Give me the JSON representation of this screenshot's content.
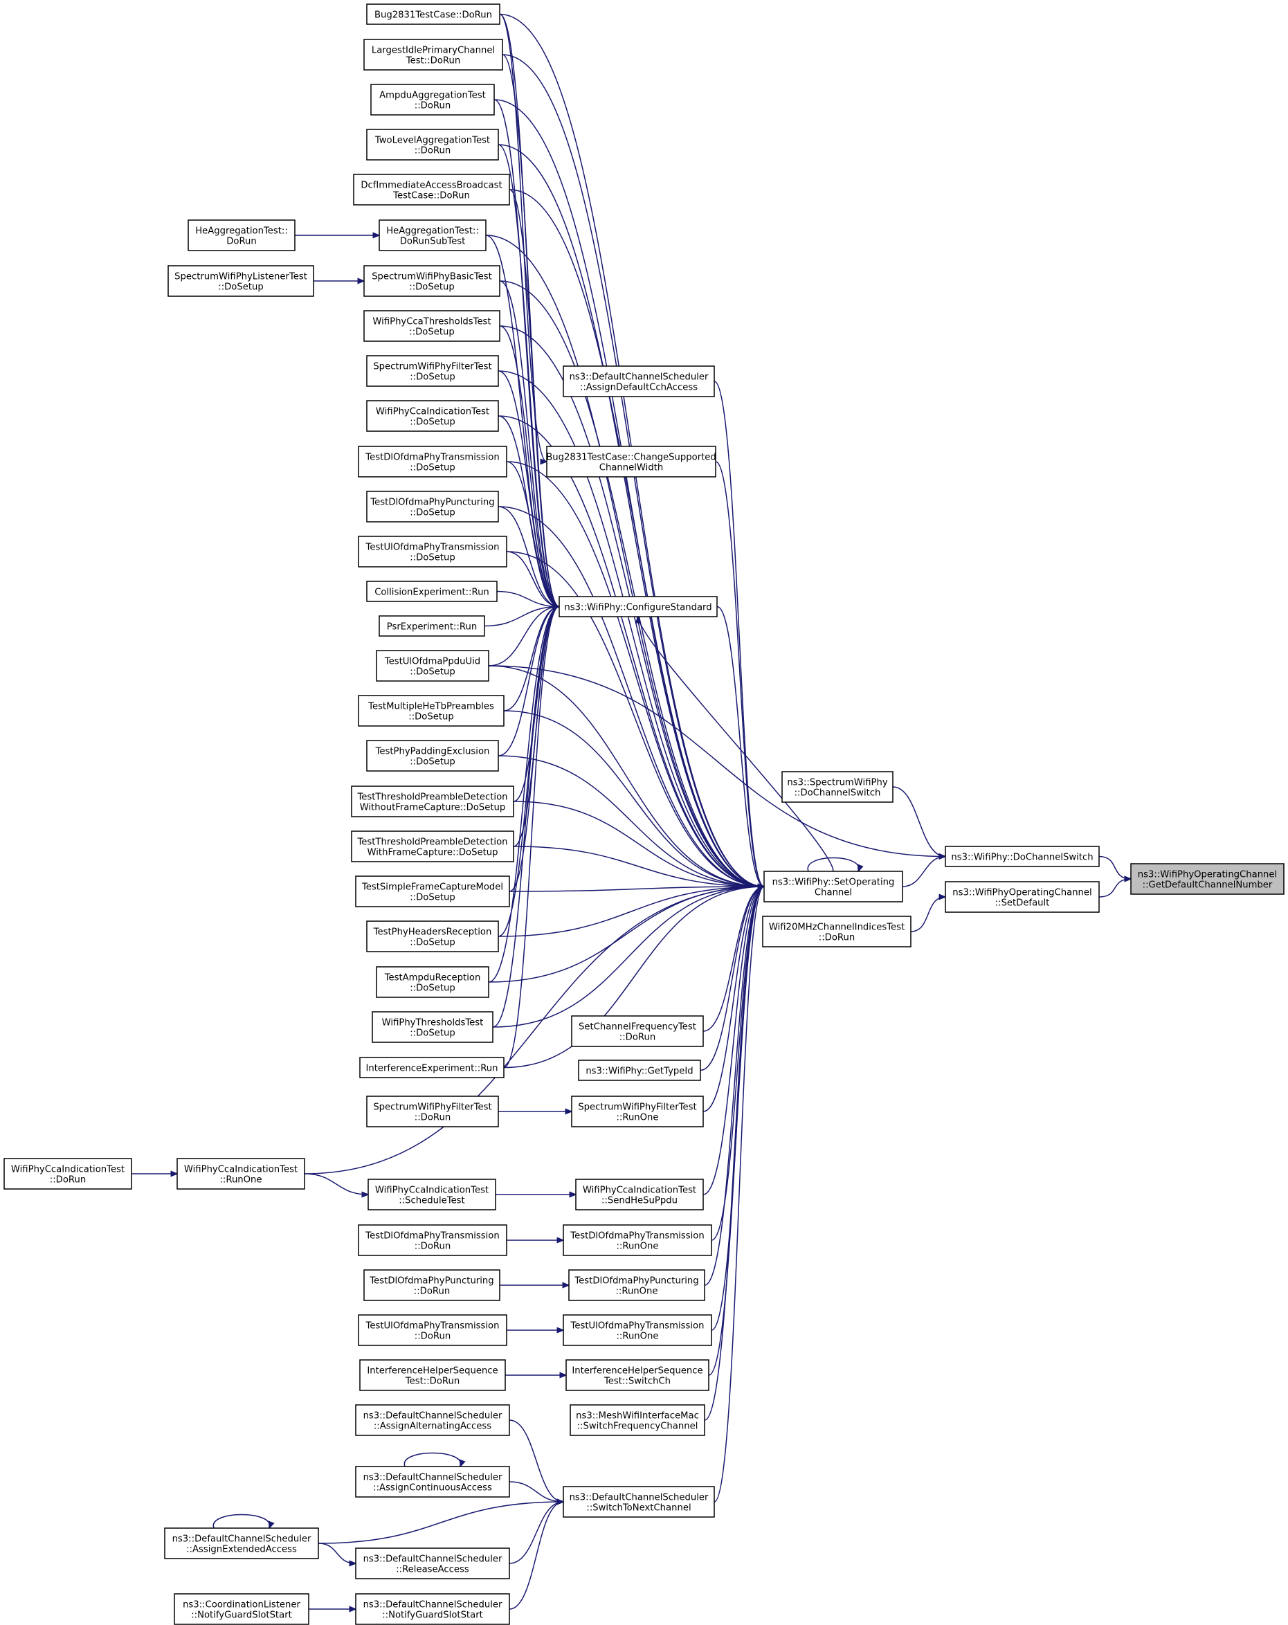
{
  "graph": {
    "title": "",
    "colors": {
      "edge": "#191970",
      "focus_fill": "#bfbfbf",
      "node_fill": "#ffffff",
      "border": "#000000"
    },
    "nodes": [
      {
        "id": "bug2831_dorun",
        "lines": [
          "Bug2831TestCase::DoRun"
        ]
      },
      {
        "id": "largest_idle",
        "lines": [
          "LargestIdlePrimaryChannel",
          "Test::DoRun"
        ]
      },
      {
        "id": "ampdu_agg",
        "lines": [
          "AmpduAggregationTest",
          "::DoRun"
        ]
      },
      {
        "id": "twolevel_agg",
        "lines": [
          "TwoLevelAggregationTest",
          "::DoRun"
        ]
      },
      {
        "id": "dcf_immediate",
        "lines": [
          "DcfImmediateAccessBroadcast",
          "TestCase::DoRun"
        ]
      },
      {
        "id": "he_agg_dorun",
        "lines": [
          "HeAggregationTest::",
          "DoRun"
        ]
      },
      {
        "id": "he_agg_subtest",
        "lines": [
          "HeAggregationTest::",
          "DoRunSubTest"
        ]
      },
      {
        "id": "spectrum_listener",
        "lines": [
          "SpectrumWifiPhyListenerTest",
          "::DoSetup"
        ]
      },
      {
        "id": "spectrum_basic",
        "lines": [
          "SpectrumWifiPhyBasicTest",
          "::DoSetup"
        ]
      },
      {
        "id": "cca_thresholds",
        "lines": [
          "WifiPhyCcaThresholdsTest",
          "::DoSetup"
        ]
      },
      {
        "id": "spectrum_filter_setup",
        "lines": [
          "SpectrumWifiPhyFilterTest",
          "::DoSetup"
        ]
      },
      {
        "id": "cca_indication_setup",
        "lines": [
          "WifiPhyCcaIndicationTest",
          "::DoSetup"
        ]
      },
      {
        "id": "dl_ofdma_tx_setup",
        "lines": [
          "TestDlOfdmaPhyTransmission",
          "::DoSetup"
        ]
      },
      {
        "id": "dl_ofdma_punct_setup",
        "lines": [
          "TestDlOfdmaPhyPuncturing",
          "::DoSetup"
        ]
      },
      {
        "id": "ul_ofdma_tx_setup",
        "lines": [
          "TestUlOfdmaPhyTransmission",
          "::DoSetup"
        ]
      },
      {
        "id": "collision_run",
        "lines": [
          "CollisionExperiment::Run"
        ]
      },
      {
        "id": "psr_run",
        "lines": [
          "PsrExperiment::Run"
        ]
      },
      {
        "id": "ul_ppdu_uid",
        "lines": [
          "TestUlOfdmaPpduUid",
          "::DoSetup"
        ]
      },
      {
        "id": "multiple_he_tb",
        "lines": [
          "TestMultipleHeTbPreambles",
          "::DoSetup"
        ]
      },
      {
        "id": "padding_excl",
        "lines": [
          "TestPhyPaddingExclusion",
          "::DoSetup"
        ]
      },
      {
        "id": "thr_without_fc",
        "lines": [
          "TestThresholdPreambleDetection",
          "WithoutFrameCapture::DoSetup"
        ]
      },
      {
        "id": "thr_with_fc",
        "lines": [
          "TestThresholdPreambleDetection",
          "WithFrameCapture::DoSetup"
        ]
      },
      {
        "id": "simple_fc",
        "lines": [
          "TestSimpleFrameCaptureModel",
          "::DoSetup"
        ]
      },
      {
        "id": "phy_headers",
        "lines": [
          "TestPhyHeadersReception",
          "::DoSetup"
        ]
      },
      {
        "id": "ampdu_rx",
        "lines": [
          "TestAmpduReception",
          "::DoSetup"
        ]
      },
      {
        "id": "phy_thresholds",
        "lines": [
          "WifiPhyThresholdsTest",
          "::DoSetup"
        ]
      },
      {
        "id": "interference_run",
        "lines": [
          "InterferenceExperiment::Run"
        ]
      },
      {
        "id": "spectrum_filter_dorun",
        "lines": [
          "SpectrumWifiPhyFilterTest",
          "::DoRun"
        ]
      },
      {
        "id": "cca_ind_dorun",
        "lines": [
          "WifiPhyCcaIndicationTest",
          "::DoRun"
        ]
      },
      {
        "id": "cca_ind_runone",
        "lines": [
          "WifiPhyCcaIndicationTest",
          "::RunOne"
        ]
      },
      {
        "id": "cca_ind_schedule",
        "lines": [
          "WifiPhyCcaIndicationTest",
          "::ScheduleTest"
        ]
      },
      {
        "id": "dl_ofdma_tx_dorun",
        "lines": [
          "TestDlOfdmaPhyTransmission",
          "::DoRun"
        ]
      },
      {
        "id": "dl_ofdma_punct_dorun",
        "lines": [
          "TestDlOfdmaPhyPuncturing",
          "::DoRun"
        ]
      },
      {
        "id": "ul_ofdma_tx_dorun",
        "lines": [
          "TestUlOfdmaPhyTransmission",
          "::DoRun"
        ]
      },
      {
        "id": "ihs_dorun",
        "lines": [
          "InterferenceHelperSequence",
          "Test::DoRun"
        ]
      },
      {
        "id": "dcs_alternating",
        "lines": [
          "ns3::DefaultChannelScheduler",
          "::AssignAlternatingAccess"
        ]
      },
      {
        "id": "dcs_continuous",
        "lines": [
          "ns3::DefaultChannelScheduler",
          "::AssignContinuousAccess"
        ]
      },
      {
        "id": "dcs_extended",
        "lines": [
          "ns3::DefaultChannelScheduler",
          "::AssignExtendedAccess"
        ]
      },
      {
        "id": "dcs_release",
        "lines": [
          "ns3::DefaultChannelScheduler",
          "::ReleaseAccess"
        ]
      },
      {
        "id": "coord_listener",
        "lines": [
          "ns3::CoordinationListener",
          "::NotifyGuardSlotStart"
        ]
      },
      {
        "id": "dcs_notify_guard",
        "lines": [
          "ns3::DefaultChannelScheduler",
          "::NotifyGuardSlotStart"
        ]
      },
      {
        "id": "dcs_cch",
        "lines": [
          "ns3::DefaultChannelScheduler",
          "::AssignDefaultCchAccess"
        ]
      },
      {
        "id": "bug2831_change",
        "lines": [
          "Bug2831TestCase::ChangeSupported",
          "ChannelWidth"
        ]
      },
      {
        "id": "configure_standard",
        "lines": [
          "ns3::WifiPhy::ConfigureStandard"
        ]
      },
      {
        "id": "set_freq_dorun",
        "lines": [
          "SetChannelFrequencyTest",
          "::DoRun"
        ]
      },
      {
        "id": "get_typeid",
        "lines": [
          "ns3::WifiPhy::GetTypeId"
        ]
      },
      {
        "id": "spectrum_filter_runone",
        "lines": [
          "SpectrumWifiPhyFilterTest",
          "::RunOne"
        ]
      },
      {
        "id": "cca_ind_sendhesu",
        "lines": [
          "WifiPhyCcaIndicationTest",
          "::SendHeSuPpdu"
        ]
      },
      {
        "id": "dl_ofdma_tx_runone",
        "lines": [
          "TestDlOfdmaPhyTransmission",
          "::RunOne"
        ]
      },
      {
        "id": "dl_ofdma_punct_runone",
        "lines": [
          "TestDlOfdmaPhyPuncturing",
          "::RunOne"
        ]
      },
      {
        "id": "ul_ofdma_tx_runone",
        "lines": [
          "TestUlOfdmaPhyTransmission",
          "::RunOne"
        ]
      },
      {
        "id": "ihs_switchch",
        "lines": [
          "InterferenceHelperSequence",
          "Test::SwitchCh"
        ]
      },
      {
        "id": "mesh_switch",
        "lines": [
          "ns3::MeshWifiInterfaceMac",
          "::SwitchFrequencyChannel"
        ]
      },
      {
        "id": "dcs_switch_next",
        "lines": [
          "ns3::DefaultChannelScheduler",
          "::SwitchToNextChannel"
        ]
      },
      {
        "id": "set_operating",
        "lines": [
          "ns3::WifiPhy::SetOperating",
          "Channel"
        ]
      },
      {
        "id": "wifi20_dorun",
        "lines": [
          "Wifi20MHzChannelIndicesTest",
          "::DoRun"
        ]
      },
      {
        "id": "spectrum_dochannelswitch",
        "lines": [
          "ns3::SpectrumWifiPhy",
          "::DoChannelSwitch"
        ]
      },
      {
        "id": "wifiphy_dochannelswitch",
        "lines": [
          "ns3::WifiPhy::DoChannelSwitch"
        ]
      },
      {
        "id": "woc_setdefault",
        "lines": [
          "ns3::WifiPhyOperatingChannel",
          "::SetDefault"
        ]
      },
      {
        "id": "woc_getdefault",
        "lines": [
          "ns3::WifiPhyOperatingChannel",
          "::GetDefaultChannelNumber"
        ],
        "focus": true
      }
    ],
    "edges": [
      [
        "he_agg_dorun",
        "he_agg_subtest"
      ],
      [
        "spectrum_listener",
        "spectrum_basic"
      ],
      [
        "cca_ind_dorun",
        "cca_ind_runone"
      ],
      [
        "cca_ind_runone",
        "cca_ind_schedule"
      ],
      [
        "cca_ind_schedule",
        "cca_ind_sendhesu"
      ],
      [
        "spectrum_filter_dorun",
        "spectrum_filter_runone"
      ],
      [
        "dl_ofdma_tx_dorun",
        "dl_ofdma_tx_runone"
      ],
      [
        "dl_ofdma_punct_dorun",
        "dl_ofdma_punct_runone"
      ],
      [
        "ul_ofdma_tx_dorun",
        "ul_ofdma_tx_runone"
      ],
      [
        "ihs_dorun",
        "ihs_switchch"
      ],
      [
        "coord_listener",
        "dcs_notify_guard"
      ],
      [
        "dcs_extended",
        "dcs_release"
      ],
      [
        "dcs_alternating",
        "dcs_switch_next"
      ],
      [
        "dcs_continuous",
        "dcs_switch_next"
      ],
      [
        "dcs_extended",
        "dcs_switch_next"
      ],
      [
        "dcs_release",
        "dcs_switch_next"
      ],
      [
        "dcs_notify_guard",
        "dcs_switch_next"
      ],
      [
        "bug2831_dorun",
        "bug2831_change"
      ],
      [
        "bug2831_dorun",
        "configure_standard"
      ],
      [
        "largest_idle",
        "configure_standard"
      ],
      [
        "ampdu_agg",
        "configure_standard"
      ],
      [
        "twolevel_agg",
        "configure_standard"
      ],
      [
        "dcf_immediate",
        "configure_standard"
      ],
      [
        "he_agg_subtest",
        "configure_standard"
      ],
      [
        "spectrum_basic",
        "configure_standard"
      ],
      [
        "cca_thresholds",
        "configure_standard"
      ],
      [
        "spectrum_filter_setup",
        "configure_standard"
      ],
      [
        "cca_indication_setup",
        "configure_standard"
      ],
      [
        "dl_ofdma_tx_setup",
        "configure_standard"
      ],
      [
        "dl_ofdma_punct_setup",
        "configure_standard"
      ],
      [
        "ul_ofdma_tx_setup",
        "configure_standard"
      ],
      [
        "collision_run",
        "configure_standard"
      ],
      [
        "psr_run",
        "configure_standard"
      ],
      [
        "ul_ppdu_uid",
        "configure_standard"
      ],
      [
        "multiple_he_tb",
        "configure_standard"
      ],
      [
        "padding_excl",
        "configure_standard"
      ],
      [
        "thr_without_fc",
        "configure_standard"
      ],
      [
        "thr_with_fc",
        "configure_standard"
      ],
      [
        "simple_fc",
        "configure_standard"
      ],
      [
        "phy_headers",
        "configure_standard"
      ],
      [
        "ampdu_rx",
        "configure_standard"
      ],
      [
        "phy_thresholds",
        "configure_standard"
      ],
      [
        "interference_run",
        "configure_standard"
      ],
      [
        "set_operating",
        "configure_standard"
      ],
      [
        "bug2831_dorun",
        "set_operating"
      ],
      [
        "largest_idle",
        "set_operating"
      ],
      [
        "ampdu_agg",
        "set_operating"
      ],
      [
        "twolevel_agg",
        "set_operating"
      ],
      [
        "dcf_immediate",
        "set_operating"
      ],
      [
        "he_agg_subtest",
        "set_operating"
      ],
      [
        "spectrum_basic",
        "set_operating"
      ],
      [
        "cca_thresholds",
        "set_operating"
      ],
      [
        "spectrum_filter_setup",
        "set_operating"
      ],
      [
        "cca_indication_setup",
        "set_operating"
      ],
      [
        "dl_ofdma_tx_setup",
        "set_operating"
      ],
      [
        "dl_ofdma_punct_setup",
        "set_operating"
      ],
      [
        "ul_ofdma_tx_setup",
        "set_operating"
      ],
      [
        "dcs_cch",
        "set_operating"
      ],
      [
        "bug2831_change",
        "set_operating"
      ],
      [
        "configure_standard",
        "set_operating"
      ],
      [
        "ul_ppdu_uid",
        "set_operating"
      ],
      [
        "multiple_he_tb",
        "set_operating"
      ],
      [
        "padding_excl",
        "set_operating"
      ],
      [
        "thr_without_fc",
        "set_operating"
      ],
      [
        "thr_with_fc",
        "set_operating"
      ],
      [
        "simple_fc",
        "set_operating"
      ],
      [
        "phy_headers",
        "set_operating"
      ],
      [
        "ampdu_rx",
        "set_operating"
      ],
      [
        "phy_thresholds",
        "set_operating"
      ],
      [
        "interference_run",
        "set_operating"
      ],
      [
        "set_freq_dorun",
        "set_operating"
      ],
      [
        "get_typeid",
        "set_operating"
      ],
      [
        "spectrum_filter_runone",
        "set_operating"
      ],
      [
        "cca_ind_runone",
        "set_operating"
      ],
      [
        "cca_ind_sendhesu",
        "set_operating"
      ],
      [
        "dl_ofdma_tx_runone",
        "set_operating"
      ],
      [
        "dl_ofdma_punct_runone",
        "set_operating"
      ],
      [
        "ul_ofdma_tx_runone",
        "set_operating"
      ],
      [
        "ihs_switchch",
        "set_operating"
      ],
      [
        "mesh_switch",
        "set_operating"
      ],
      [
        "dcs_switch_next",
        "set_operating"
      ],
      [
        "set_operating",
        "wifiphy_dochannelswitch"
      ],
      [
        "spectrum_dochannelswitch",
        "wifiphy_dochannelswitch"
      ],
      [
        "ul_ppdu_uid",
        "wifiphy_dochannelswitch"
      ],
      [
        "wifi20_dorun",
        "woc_setdefault"
      ],
      [
        "wifiphy_dochannelswitch",
        "woc_getdefault"
      ],
      [
        "woc_setdefault",
        "woc_getdefault"
      ]
    ],
    "self_loops": [
      "set_operating",
      "dcs_continuous",
      "dcs_extended"
    ]
  }
}
